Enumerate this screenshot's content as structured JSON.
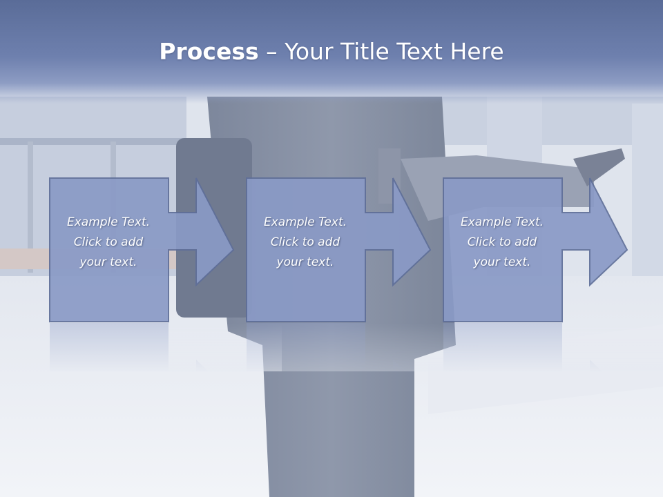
{
  "slide": {
    "title_bold": "Process",
    "title_rest": " – Your Title Text Here",
    "steps": [
      {
        "line1": "Example Text.",
        "line2": "Click  to add",
        "line3": "your text."
      },
      {
        "line1": "Example Text.",
        "line2": "Click  to add",
        "line3": "your text."
      },
      {
        "line1": "Example Text.",
        "line2": "Click  to add",
        "line3": "your text."
      }
    ]
  },
  "colors": {
    "title_band": "#6e80ae",
    "shape_fill": "#8a9ac6",
    "shape_border": "#5f6f99",
    "text": "#ffffff"
  },
  "icons": [
    "right-arrow-icon"
  ]
}
